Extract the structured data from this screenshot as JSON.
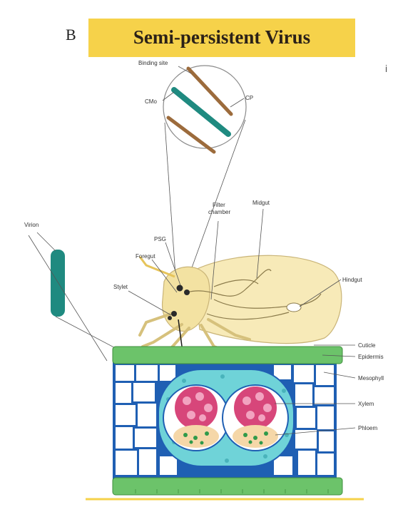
{
  "panel_letter": "B",
  "title": "Semi-persistent Virus",
  "right_edge_mark": "i",
  "labels": {
    "binding_site": "Binding site",
    "cmo": "CMo",
    "cp": "CP",
    "virion": "Virion",
    "filter_chamber_1": "Filter",
    "filter_chamber_2": "chamber",
    "midgut": "Midgut",
    "psm": "PSG",
    "foregut": "Foregut",
    "stylet": "Stylet",
    "hindgut": "Hindgut",
    "cuticle": "Cuticle",
    "epidermis": "Epidermis",
    "mesophyll": "Mesophyll",
    "xylem": "Xylem",
    "phloem": "Phloem"
  },
  "colors": {
    "banner": "#f6d24a",
    "virion": "#1f8a80",
    "cp_rod": "#9c6b3c",
    "insect": "#f7eab8",
    "epidermis": "#6cc36a",
    "cells_bg": "#1f5fb3",
    "bundle_sheath": "#6fd3d8",
    "phloem_tissue": "#d7467a"
  }
}
